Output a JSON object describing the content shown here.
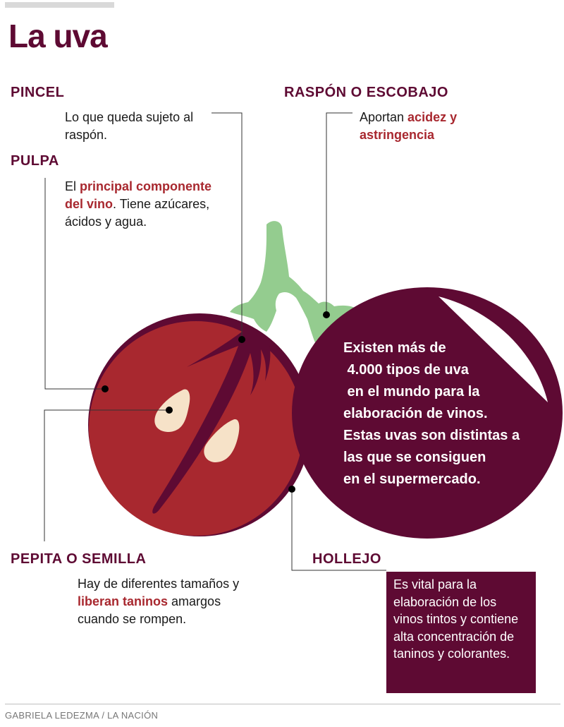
{
  "title": "La uva",
  "parts": {
    "pincel": {
      "label": "PINCEL",
      "text": "Lo que queda sujeto al raspón."
    },
    "pulpa": {
      "label": "PULPA",
      "pre": "El ",
      "highlight": "principal componente del vino",
      "post": ". Tiene azúcares, ácidos y agua."
    },
    "raspon": {
      "label": "RASPÓN O ESCOBAJO",
      "pre": "Aportan ",
      "highlight": "acidez y astringencia"
    },
    "pepita": {
      "label": "PEPITA O SEMILLA",
      "pre": "Hay de diferentes tamaños y ",
      "highlight": "liberan taninos",
      "post": " amargos cuando se rompen."
    },
    "hollejo": {
      "label": "HOLLEJO",
      "text": "Es vital para la elaboración de los vinos tintos y contiene alta concentración de taninos y colorantes."
    }
  },
  "fact": "Existen más de\n 4.000 tipos de uva\n en el mundo para la\nelaboración de vinos.\nEstas uvas son distintas a\nlas que se consiguen\nen el supermercado.",
  "credit": "GABRIELA LEDEZMA / LA NACIÓN",
  "colors": {
    "dark": "#5e0a33",
    "red": "#a8282f",
    "green": "#94cc8f",
    "seed": "#f6e2c8"
  }
}
